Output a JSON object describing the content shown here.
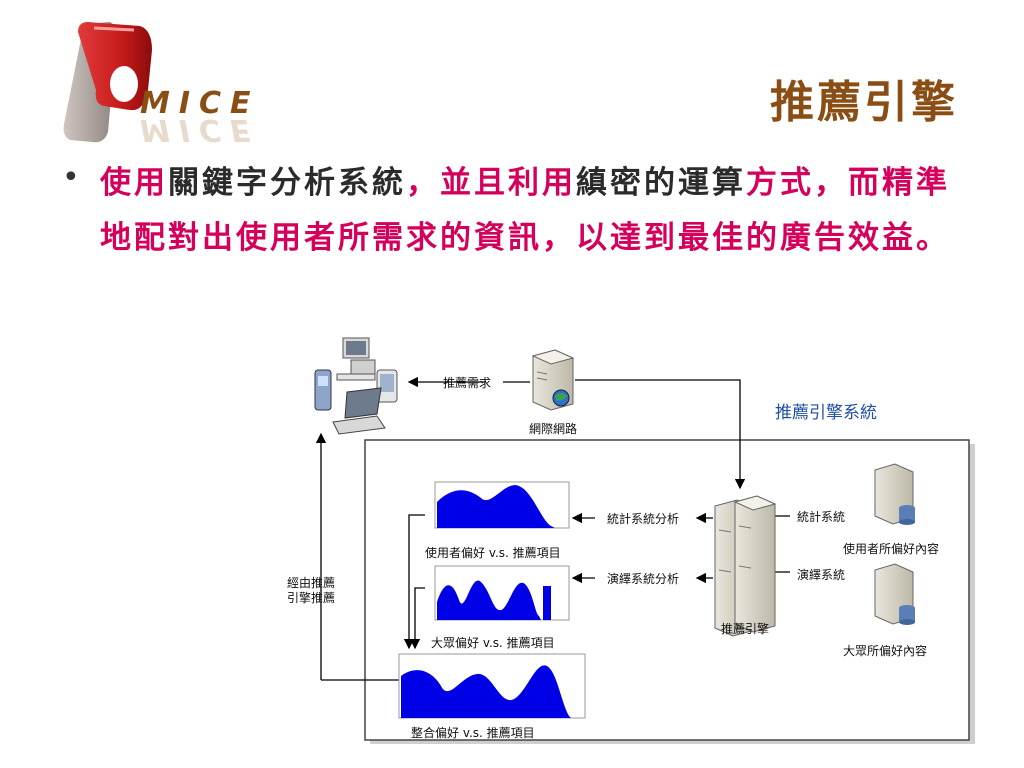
{
  "logo": {
    "text": "MICE"
  },
  "title": "推薦引擎",
  "bullet": {
    "segments": [
      {
        "text": "使用",
        "style": "pink"
      },
      {
        "text": "關鍵字分析系統",
        "style": "dark"
      },
      {
        "text": "，並且利用",
        "style": "pink"
      },
      {
        "text": "縝密的運算",
        "style": "dark"
      },
      {
        "text": "方式，而精準地配對出使用者所需求的資訊，以達到最佳的廣告效益。",
        "style": "pink"
      }
    ]
  },
  "diagram": {
    "system_title": "推薦引擎系統",
    "labels": {
      "request": "推薦需求",
      "internet": "網際網路",
      "via_engine": "經由推薦\n引擎推薦",
      "stats_analysis": "統計系統分析",
      "deduction_analysis": "演繹系統分析",
      "stats_system": "統計系統",
      "deduction_system": "演繹系統",
      "user_pref_content": "使用者所偏好內容",
      "public_pref_content": "大眾所偏好內容",
      "engine": "推薦引擎",
      "chart1": "使用者偏好 v.s. 推薦項目",
      "chart2": "大眾偏好 v.s. 推薦項目",
      "chart3": "整合偏好 v.s. 推薦項目"
    }
  },
  "colors": {
    "title": "#8a4d14",
    "emphasis": "#d4005b",
    "body_dark": "#2b2b2b",
    "chart_fill": "#0000e6",
    "system_title": "#1f4fa6"
  },
  "icons": [
    "usb-drive-icon",
    "desktop-computer-icon",
    "mobile-phone-icon",
    "pda-icon",
    "laptop-icon",
    "server-icon",
    "server-cluster-icon",
    "database-icon",
    "globe-icon"
  ]
}
